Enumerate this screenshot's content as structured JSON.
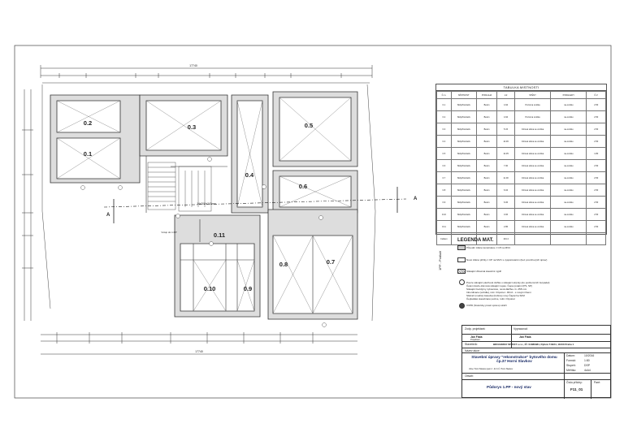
{
  "drawing": {
    "rooms": {
      "r01": "0.1",
      "r02": "0.2",
      "r03": "0.3",
      "r04": "0.4",
      "r05": "0.5",
      "r06": "0.6",
      "r07": "0.7",
      "r08": "0.8",
      "r09": "0.9",
      "r10": "0.10",
      "r11": "0.11"
    },
    "section_marker": "A",
    "overall_dimension": "17740",
    "entry_note": "Vstup do 1.PP",
    "stair_note": "14x200/x247mm"
  },
  "table": {
    "title": "TABULKA MISTNOSTI",
    "headers": [
      "Č.m.",
      "MÍSTNOST",
      "PODLAHA",
      "m2",
      "STĚNY",
      "PODHLEDY",
      "Č.V."
    ],
    "rows": [
      [
        "0.1",
        "Skl/p/f/ovšel/u",
        "Beton",
        "4.94",
        "Pozorna omitka",
        "na-omitku",
        "2.50"
      ],
      [
        "0.2",
        "Skl/p/f/ovšel/u",
        "Beton",
        "4.94",
        "Pozorna omitka",
        "na-omitku",
        "2.50"
      ],
      [
        "0.3",
        "Skl/p/f/ovšel/u",
        "Beton",
        "5.15",
        "Citrová stěna se omítka",
        "na-omitku",
        "2.50"
      ],
      [
        "0.4",
        "Skl/p/f/ovšel/u",
        "Beton",
        "14.36",
        "Citrová stěna se omítka",
        "na-omitku",
        "2.50"
      ],
      [
        "0.5",
        "Skl/p/f/ovšel/u",
        "Beton",
        "12.35",
        "Citrová stěna se omítka",
        "na-omitku",
        "1.80"
      ],
      [
        "0.6",
        "Skl/p/f/ovšel/u",
        "Beton",
        "7.00",
        "Citrová stěna se omítka",
        "na-omitku",
        "2.50"
      ],
      [
        "0.7",
        "Skl/p/f/ovšel/u",
        "Beton",
        "11.00",
        "Citrová stěna se omítka",
        "na-omitku",
        "2.50"
      ],
      [
        "0.8",
        "Skl/p/f/ovšel/u",
        "Beton",
        "6.04",
        "Citrová stěna se omítka",
        "na-omitku",
        "2.50"
      ],
      [
        "0.9",
        "Skl/p/f/ovšel/u",
        "Beton",
        "6.06",
        "Citrová stěna se omítka",
        "na-omitku",
        "2.50"
      ],
      [
        "0.10",
        "Skl/p/f/ovšel/u",
        "Beton",
        "3.06",
        "Citrová stěna se omítka",
        "na-omitku",
        "2.50"
      ],
      [
        "0.11",
        "Skl/p/f/ovšel/u",
        "Beton",
        "2.86",
        "Citrová stěna se omítka",
        "na-omitku",
        "2.50"
      ],
      [
        "Celkem",
        "",
        "",
        "134.4",
        "",
        "",
        ""
      ]
    ]
  },
  "legend": {
    "title": "LEGENDA MAT.",
    "side_label": "1PP - Podlaží",
    "items": [
      "Původní zděné konstrukce z CP na MVC",
      "Nové zděné příčky z CP na MVC s vyspárováním (bez povrchových úprav)",
      "Stávající dřevěná stavební výplň"
    ],
    "notes": [
      "Pouze stávající plechová dvířka u stávající okýnky (do podzemních čerpadel)",
      "Čeleni dveře-trámová stávající repas. Čepa (ostatní (PS, SP)",
      "Stávající bezdýmy vybouráno, nová dlažba v k. 258 mm",
      "Inbordinace (svítidla), ruší. Ozpotrel - RD-0 - s novými fitemi",
      "Sběrač (modrá) zásuvka (trubice) nový Čapsr/na SI/M",
      "Čepladské stavebrané pozice, rušit. Ozpotrel"
    ],
    "symbol_note": "VVPD (historicky prvek vpravo) stráži"
  },
  "title_block": {
    "author_label": "Zodp. projektant:",
    "author_name": "Jan Fiala",
    "author_role": "Projektant",
    "designer_label": "Vypracoval:",
    "designer_name": "Jan Fiala",
    "investor_label": "Stavebník:",
    "investor_value": "BROADWAY INVEST s.r.o., IČ: 04086381, Rybná 716/24, 11000 Praha 1",
    "project_label": "Název akce:",
    "project_title": "Stavební úpravy \"rekonstrukce\" bytového domu čp.37 Horní Slavkov",
    "location": "Ulice: Horní Slavkov    parc.č.: 41    K.Ú. Horní Slavkov",
    "date_label": "Datum:",
    "date_value": "10/2016",
    "format_label": "Formát:",
    "format_value": "1:80",
    "stage_label": "Stupeň:",
    "stage_value": "DSP",
    "scale_label": "Měřítko:",
    "scale_value": "4xA4",
    "drawing_label": "Obsah:",
    "drawing_title": "Půdorys 1.PP - nový stav",
    "number_label": "Číslo přílohy:",
    "number_value": "F11_01",
    "rev_label": "Paré:"
  }
}
